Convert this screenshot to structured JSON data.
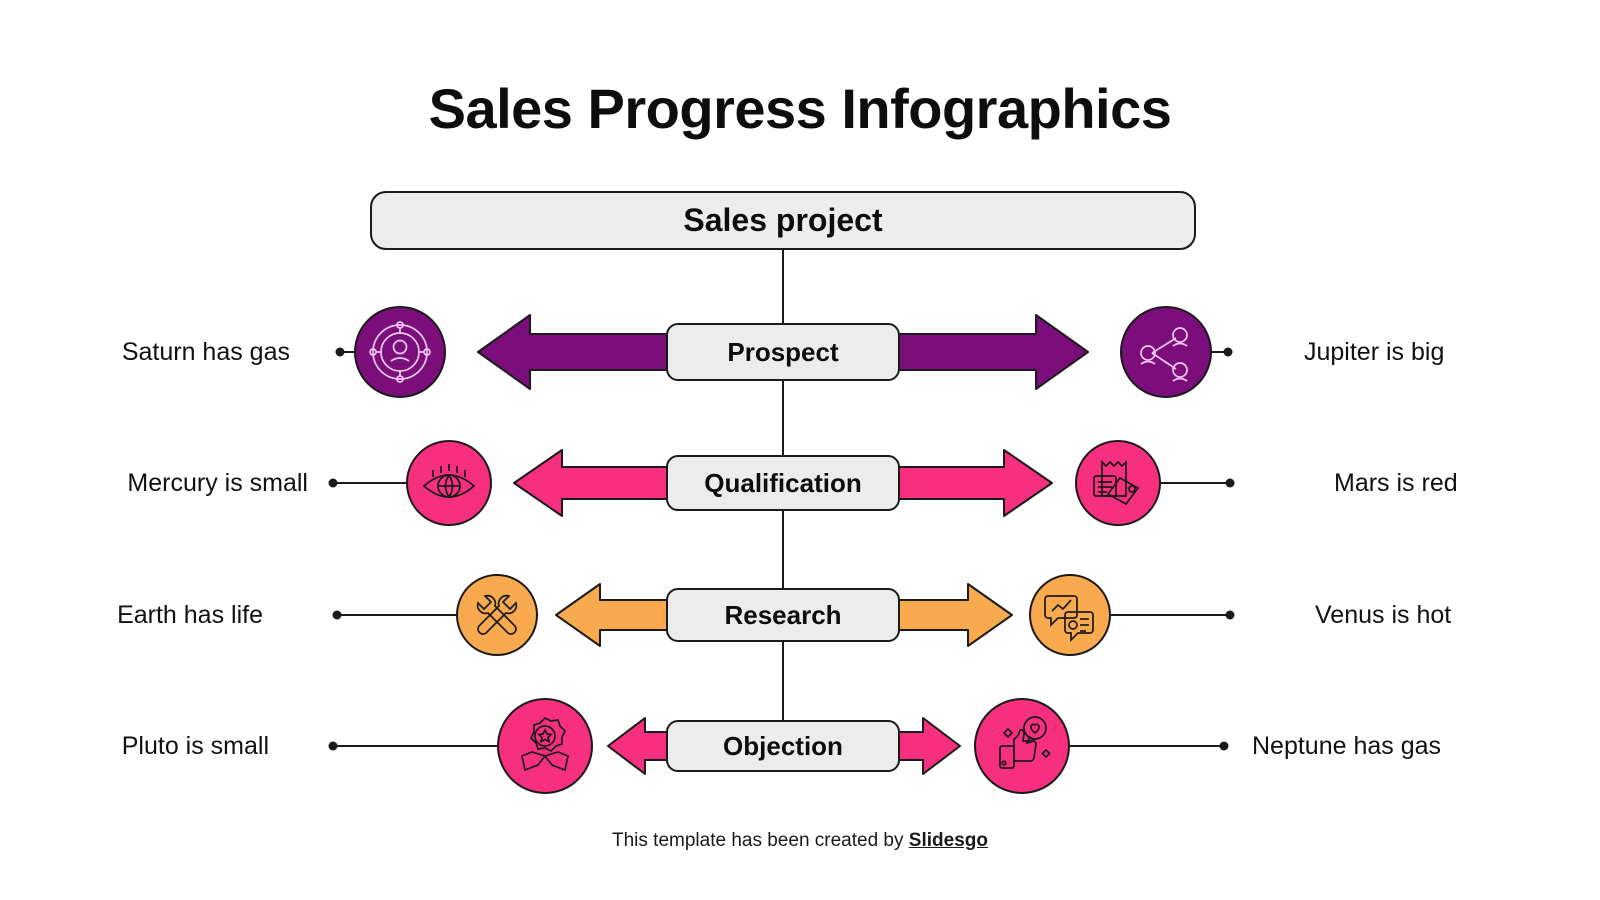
{
  "title": "Sales Progress Infographics",
  "root": {
    "label": "Sales project"
  },
  "footer": {
    "prefix": "This template has been created by ",
    "brand": "Slidesgo"
  },
  "colors": {
    "purple": "#7B0E7B",
    "pink": "#F62F7F",
    "orange": "#F8A košt",
    "orange_fill": "#F9A94E",
    "box_fill": "#ECECEC",
    "stroke": "#1A1A1A",
    "background": "#FFFFFF"
  },
  "rows": [
    {
      "stage": "Prospect",
      "color": "#7B0E7B",
      "icon_stroke": "#F3C9EE",
      "left": {
        "label": "Saturn has gas",
        "icon": "target-person-icon"
      },
      "right": {
        "label": "Jupiter is big",
        "icon": "people-network-icon"
      }
    },
    {
      "stage": "Qualification",
      "color": "#F62F7F",
      "icon_stroke": "#1A1A1A",
      "left": {
        "label": "Mercury is small",
        "icon": "eye-globe-icon"
      },
      "right": {
        "label": "Mars is red",
        "icon": "receipt-invoice-icon"
      }
    },
    {
      "stage": "Research",
      "color": "#F9A94E",
      "icon_stroke": "#1A1A1A",
      "left": {
        "label": "Earth has life",
        "icon": "tools-wrench-icon"
      },
      "right": {
        "label": "Venus is hot",
        "icon": "chat-chart-icon"
      }
    },
    {
      "stage": "Objection",
      "color": "#F62F7F",
      "icon_stroke": "#1A1A1A",
      "left": {
        "label": "Pluto is small",
        "icon": "award-ribbon-icon"
      },
      "right": {
        "label": "Neptune has gas",
        "icon": "thumbs-up-heart-icon"
      }
    }
  ]
}
